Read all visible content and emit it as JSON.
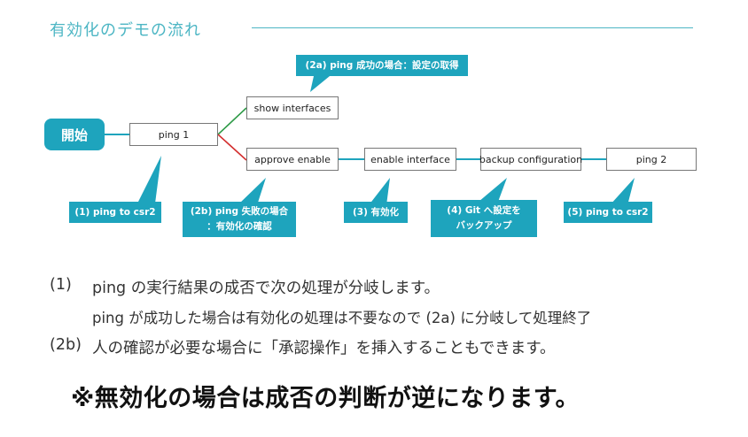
{
  "title": "有効化のデモの流れ",
  "flow": {
    "start_label": "開始",
    "nodes": {
      "ping1": "ping 1",
      "show_interfaces": "show interfaces",
      "approve_enable": "approve enable",
      "enable_interface": "enable interface",
      "backup_configuration": "backup configuration",
      "ping2": "ping 2"
    },
    "callouts": {
      "c2a": "(2a) ping 成功の場合：設定の取得",
      "c1": "(1) ping to csr2",
      "c2b_line1": "(2b) ping 失敗の場合",
      "c2b_line2": "：有効化の確認",
      "c3": "(3) 有効化",
      "c4_line1": "(4) Git へ設定を",
      "c4_line2": "バックアップ",
      "c5": "(5) ping to csr2"
    },
    "colors": {
      "accent": "#1ea4bd",
      "success_line": "#2e9a47",
      "failure_line": "#d32f2f",
      "connector": "#1ea4bd"
    }
  },
  "notes": {
    "n1_label": "(1)",
    "n1_text": "ping の実行結果の成否で次の処理が分岐します。",
    "n1_cont": "ping が成功した場合は有効化の処理は不要なので (2a) に分岐して処理終了",
    "n2_label": "(2b)",
    "n2_text": "人の確認が必要な場合に「承認操作」を挿入することもできます。"
  },
  "warning": "※無効化の場合は成否の判断が逆になります。"
}
